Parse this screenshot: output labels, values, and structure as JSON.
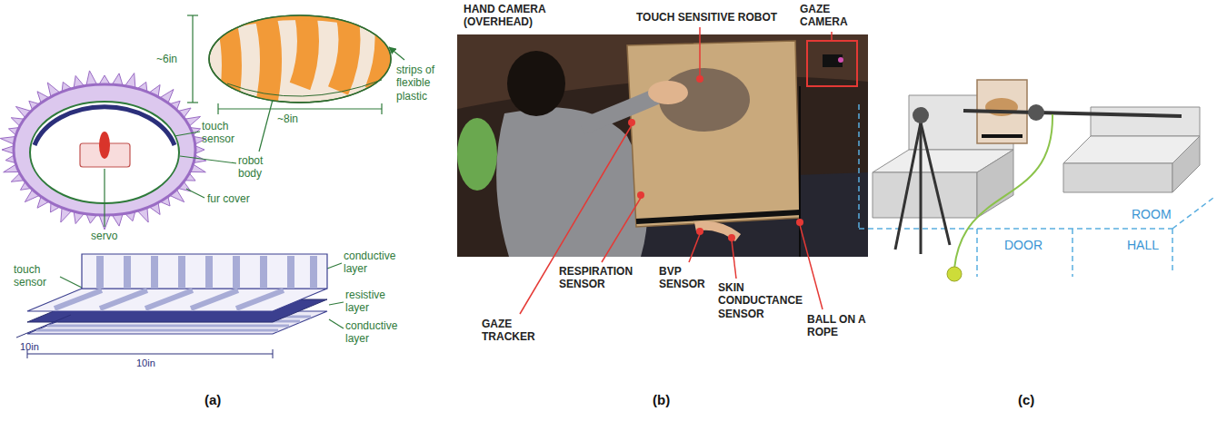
{
  "diagram": {
    "labels": [
      "~6in",
      "~8in",
      "strips of flexible plastic",
      "touch sensor",
      "robot body",
      "fur cover",
      "servo",
      "touch sensor",
      "conductive layer",
      "resistive layer",
      "conductive layer",
      "10in",
      "10in",
      "HAND CAMERA (OVERHEAD)",
      "TOUCH SENSITIVE ROBOT",
      "GAZE CAMERA",
      "GAZE TRACKER",
      "RESPIRATION SENSOR",
      "BVP SENSOR",
      "SKIN CONDUCTANCE SENSOR",
      "BALL ON A ROPE",
      "ROOM",
      "DOOR",
      "HALL",
      "(a)",
      "(b)",
      "(c)"
    ]
  }
}
